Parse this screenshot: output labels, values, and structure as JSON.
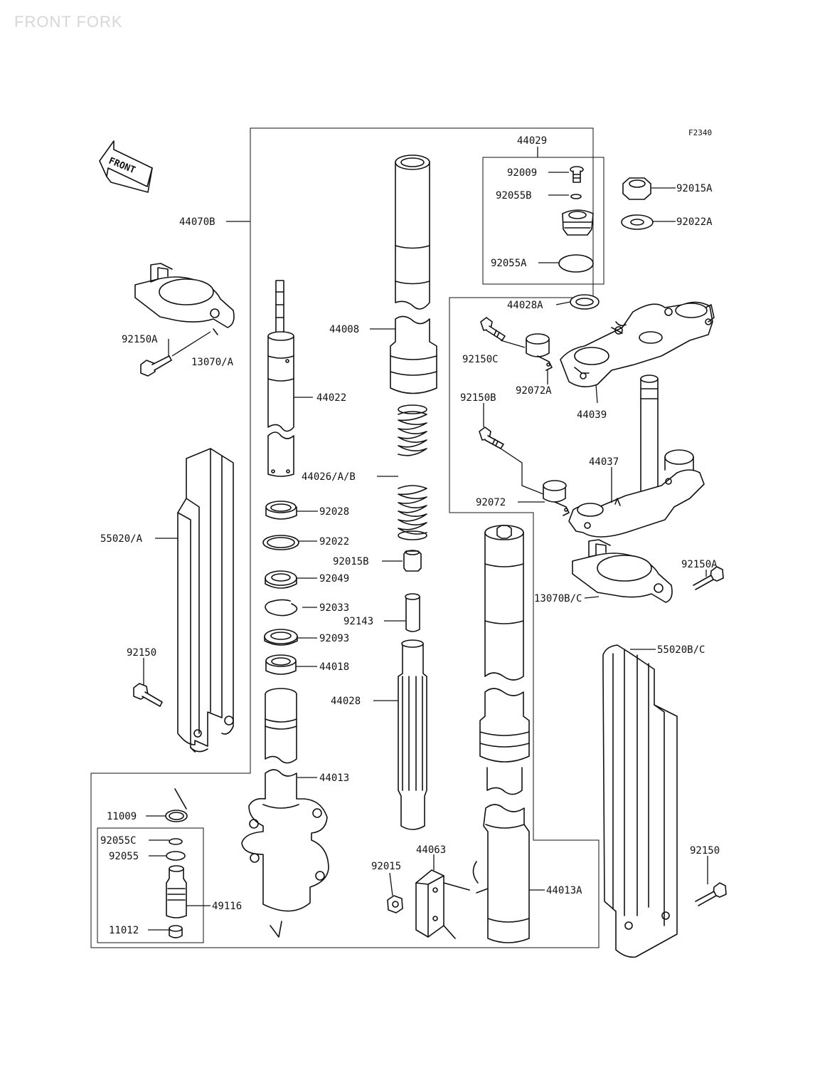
{
  "title": "FRONT FORK",
  "figure_code": "F2340",
  "front_arrow_label": "FRONT",
  "parts": [
    {
      "id": "44029",
      "label": "44029"
    },
    {
      "id": "92009",
      "label": "92009"
    },
    {
      "id": "92055B",
      "label": "92055B"
    },
    {
      "id": "92055A",
      "label": "92055A"
    },
    {
      "id": "44028A",
      "label": "44028A"
    },
    {
      "id": "92015A",
      "label": "92015A"
    },
    {
      "id": "92022A",
      "label": "92022A"
    },
    {
      "id": "44070B",
      "label": "44070B"
    },
    {
      "id": "92150A-l",
      "label": "92150A"
    },
    {
      "id": "13070A",
      "label": "13070/A"
    },
    {
      "id": "44008",
      "label": "44008"
    },
    {
      "id": "44022",
      "label": "44022"
    },
    {
      "id": "92150C",
      "label": "92150C"
    },
    {
      "id": "92072A",
      "label": "92072A"
    },
    {
      "id": "44039",
      "label": "44039"
    },
    {
      "id": "92150B",
      "label": "92150B"
    },
    {
      "id": "44026AB",
      "label": "44026/A/B"
    },
    {
      "id": "44037",
      "label": "44037"
    },
    {
      "id": "92072",
      "label": "92072"
    },
    {
      "id": "92028",
      "label": "92028"
    },
    {
      "id": "55020A",
      "label": "55020/A"
    },
    {
      "id": "92022",
      "label": "92022"
    },
    {
      "id": "92015B",
      "label": "92015B"
    },
    {
      "id": "92049",
      "label": "92049"
    },
    {
      "id": "92150A-r",
      "label": "92150A"
    },
    {
      "id": "13070BC",
      "label": "13070B/C"
    },
    {
      "id": "92033",
      "label": "92033"
    },
    {
      "id": "92143",
      "label": "92143"
    },
    {
      "id": "92093",
      "label": "92093"
    },
    {
      "id": "55020BC",
      "label": "55020B/C"
    },
    {
      "id": "92150-l",
      "label": "92150"
    },
    {
      "id": "44018",
      "label": "44018"
    },
    {
      "id": "44028",
      "label": "44028"
    },
    {
      "id": "44013",
      "label": "44013"
    },
    {
      "id": "11009",
      "label": "11009"
    },
    {
      "id": "92055C",
      "label": "92055C"
    },
    {
      "id": "92055",
      "label": "92055"
    },
    {
      "id": "44063",
      "label": "44063"
    },
    {
      "id": "92015",
      "label": "92015"
    },
    {
      "id": "92150-r",
      "label": "92150"
    },
    {
      "id": "44013A",
      "label": "44013A"
    },
    {
      "id": "49116",
      "label": "49116"
    },
    {
      "id": "11012",
      "label": "11012"
    }
  ]
}
